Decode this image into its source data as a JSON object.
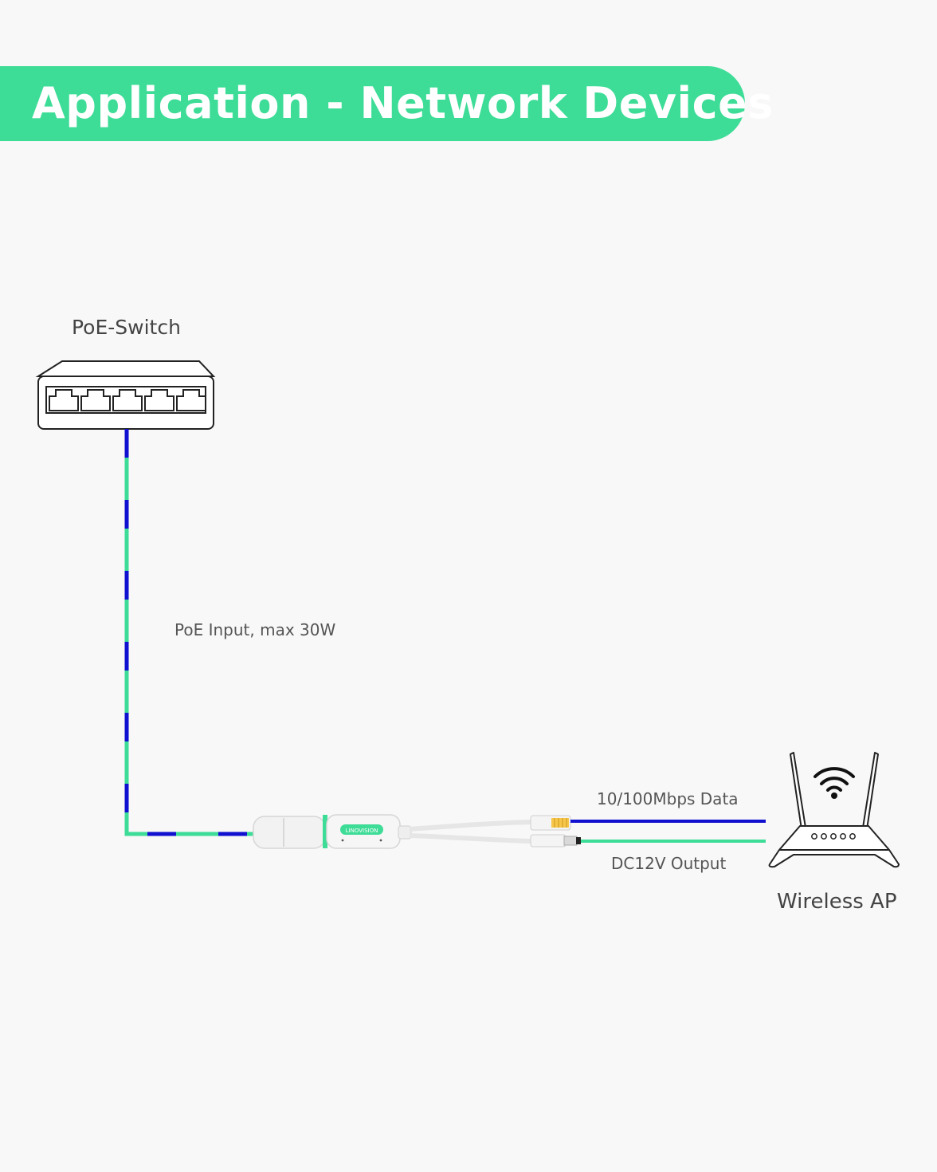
{
  "header": {
    "title": "Application - Network Devices",
    "accent_color": "#3ddc97"
  },
  "devices": {
    "switch": {
      "label": "PoE-Switch",
      "icon": "switch-icon",
      "port_count": 5
    },
    "splitter": {
      "brand": "LINOVISION",
      "icon": "poe-splitter-icon"
    },
    "access_point": {
      "label": "Wireless AP",
      "icon": "router-icon"
    }
  },
  "links": {
    "poe_input": {
      "label": "PoE Input, max 30W",
      "colors": [
        "#3ddc97",
        "#1010d0"
      ]
    },
    "data": {
      "label": "10/100Mbps Data",
      "color": "#1010d0"
    },
    "power": {
      "label": "DC12V Output",
      "color": "#3ddc97"
    }
  }
}
